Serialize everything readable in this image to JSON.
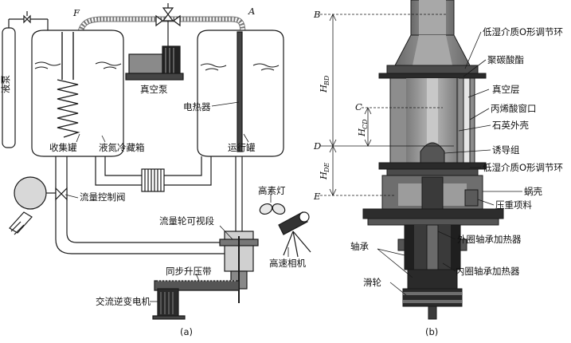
{
  "panel_a": {
    "caption": "(a)",
    "labels": {
      "liquid_pump": "液泵",
      "F": "F",
      "A": "A",
      "vacuum_pump": "真空泵",
      "electric_heater": "电热器",
      "collection_tank": "收集罐",
      "ln2_box": "液氮冷藏箱",
      "run_tank": "运行罐",
      "flow_valve": "流量控制阀",
      "flow_section": "流量轮可视段",
      "high_lamp": "高素灯",
      "high_camera": "高速相机",
      "sync_belt": "同步升压带",
      "ac_motor": "交流逆变电机"
    }
  },
  "panel_b": {
    "caption": "(b)",
    "points": {
      "B": "B",
      "C": "C",
      "D": "D",
      "E": "E"
    },
    "dims": {
      "hbd_main": "H",
      "hbd_sub": "BD",
      "hcd_main": "H",
      "hcd_sub": "CD",
      "hde_main": "H",
      "hde_sub": "DE"
    },
    "labels": {
      "oring1": "低湿介质O形调节环",
      "polycarb": "聚碳酸酯",
      "vacuum_layer": "真空层",
      "acrylic_window": "丙烯酸窗口",
      "quartz_shell": "石英外壳",
      "inducer": "诱导组",
      "oring2": "低湿介质O形调节环",
      "volute": "蜗壳",
      "ballast": "压重项料",
      "bearing": "轴承",
      "outer_heater": "外圈轴承加热器",
      "inner_heater": "内圈轴承加热器",
      "pulley": "滑轮"
    }
  },
  "colors": {
    "line": "#1a1a1a",
    "tank_fill": "#ffffff",
    "gray_light": "#c9c9c9",
    "gray_mid": "#9a9a9a",
    "gray_dark": "#5a5a5a",
    "gray_darker": "#2e2e2e"
  }
}
